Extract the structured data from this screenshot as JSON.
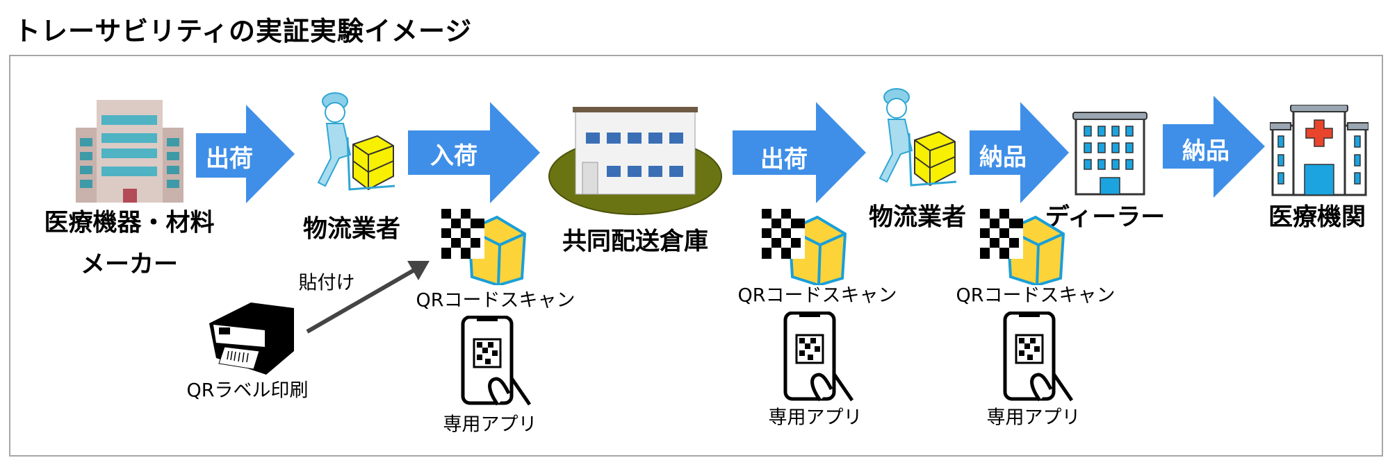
{
  "title": "トレーサビリティの実証実験イメージ",
  "nodes": {
    "maker": {
      "line1": "医療機器・材料",
      "line2": "メーカー"
    },
    "carrier1": "物流業者",
    "warehouse": "共同配送倉庫",
    "carrier2": "物流業者",
    "dealer": "ディーラー",
    "hospital": "医療機関"
  },
  "arrows": [
    "出荷",
    "入荷",
    "出荷",
    "納品",
    "納品"
  ],
  "label_print": "QRラベル印刷",
  "attach": "貼付け",
  "scans": [
    "QRコードスキャン",
    "QRコードスキャン",
    "QRコードスキャン"
  ],
  "apps": [
    "専用アプリ",
    "専用アプリ",
    "専用アプリ"
  ],
  "colors": {
    "arrow": "#3f8fe8",
    "box": "#fdd33a",
    "qr": "#000000"
  }
}
